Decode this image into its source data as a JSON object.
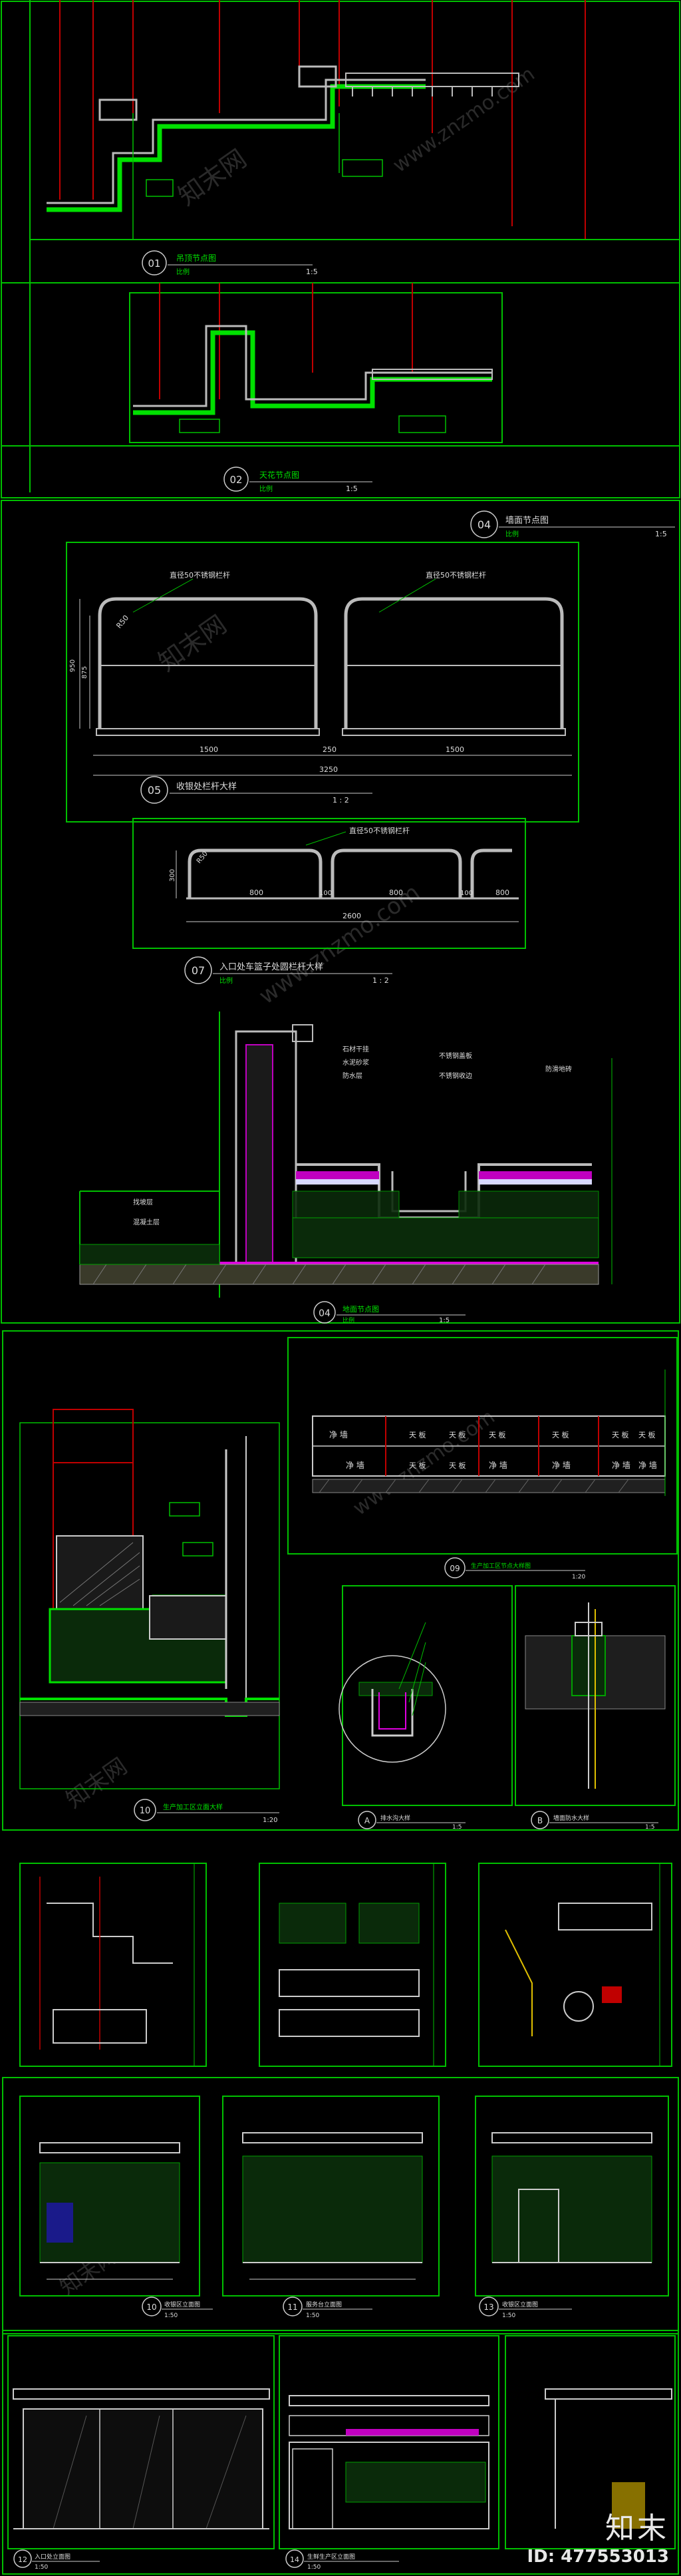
{
  "watermark": {
    "text_cn": "知末网",
    "text_url": "www.znzmo.com"
  },
  "brand": {
    "logo": "知末",
    "id": "ID: 477553013"
  },
  "sheet1": {
    "detail01": {
      "num": "01",
      "title": "吊顶节点图",
      "sub": "比例",
      "scale": "1:5"
    },
    "detail02": {
      "num": "02",
      "title": "天花节点图",
      "sub": "比例",
      "scale": "1:5"
    }
  },
  "sheet2": {
    "detail04": {
      "num": "04",
      "title": "墙面节点图",
      "sub": "比例",
      "scale": "1:5"
    },
    "detail05": {
      "num": "05",
      "title": "收银处栏杆大样",
      "scale": "1 : 2",
      "note_left": "直径50不锈钢栏杆",
      "note_right": "直径50不锈钢栏杆",
      "dim_950": "950",
      "dim_875": "875",
      "dim_1500a": "1500",
      "dim_250": "250",
      "dim_1500b": "1500",
      "dim_3250": "3250",
      "r_label": "R50"
    },
    "detail07": {
      "num": "07",
      "title": "入口处车篮子处圆栏杆大样",
      "sub": "比例",
      "scale": "1 : 2",
      "note": "直径50不锈钢栏杆",
      "dim_800a": "800",
      "dim_100a": "100",
      "dim_800b": "800",
      "dim_100b": "100",
      "dim_800c": "800",
      "dim_2600": "2600",
      "dim_300": "300",
      "r_label": "R50"
    },
    "detail04b": {
      "num": "04",
      "title": "地面节点图",
      "sub": "比例",
      "scale": "1:5",
      "notes": [
        "石材干挂",
        "水泥砂浆",
        "防水层",
        "不锈钢盖板",
        "不锈钢收边",
        "防滑地砖",
        "找坡层",
        "混凝土层"
      ]
    }
  },
  "sheet3": {
    "detail09": {
      "num": "09",
      "title": "生产加工区节点大样图",
      "scale": "1:20",
      "cells": [
        "净 墙",
        "净 墙",
        "净 墙",
        "净 墙",
        "净 墙",
        "净 墙"
      ],
      "boxes": [
        "天 板",
        "天 板",
        "天 板",
        "天 板",
        "天 板",
        "天 板",
        "天 板",
        "天 板"
      ]
    },
    "detail10": {
      "num": "10",
      "title": "生产加工区立面大样",
      "scale": "1:20"
    },
    "detailA": {
      "num": "A",
      "title": "排水沟大样",
      "scale": "1:5"
    },
    "detailB": {
      "num": "B",
      "title": "墙面防水大样",
      "scale": "1:5"
    }
  },
  "sheet5": {
    "elev10": {
      "num": "10",
      "title": "收银区立面图",
      "scale": "1:50"
    },
    "elev11": {
      "num": "11",
      "title": "服务台立面图",
      "scale": "1:50"
    },
    "elev13": {
      "num": "13",
      "title": "收银区立面图",
      "scale": "1:50"
    }
  },
  "sheet6": {
    "elev12": {
      "num": "12",
      "title": "入口处立面图",
      "scale": "1:50"
    },
    "elev14": {
      "num": "14",
      "title": "生鲜生产区立面图",
      "scale": "1:50"
    }
  }
}
